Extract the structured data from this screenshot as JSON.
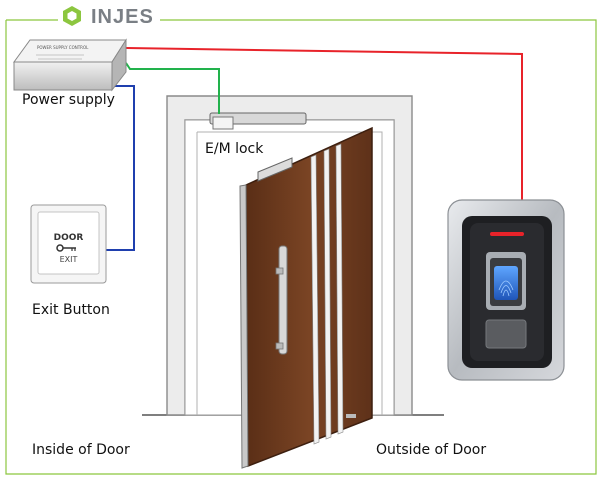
{
  "brand": {
    "name": "INJES",
    "color": "#8cc63f"
  },
  "labels": {
    "power_supply": "Power supply",
    "em_lock": "E/M lock",
    "exit_button": "Exit Button",
    "inside": "Inside of Door",
    "outside": "Outside of Door"
  },
  "exit_plate": {
    "line1": "DOOR",
    "line2": "EXIT"
  },
  "power_box_text": "POWER SUPPLY CONTROL",
  "colors": {
    "wire_red": "#e8232a",
    "wire_green": "#22b24c",
    "wire_blue": "#1f3fae",
    "door": "#6b3a1e",
    "frame": "#e6e6e6",
    "frame_edge": "#8a8a8a",
    "reader_body": "#c9ccd0",
    "reader_dark": "#1e1f22",
    "reader_sensor": "#2c7be5",
    "frame_line": "#8cc63f"
  }
}
